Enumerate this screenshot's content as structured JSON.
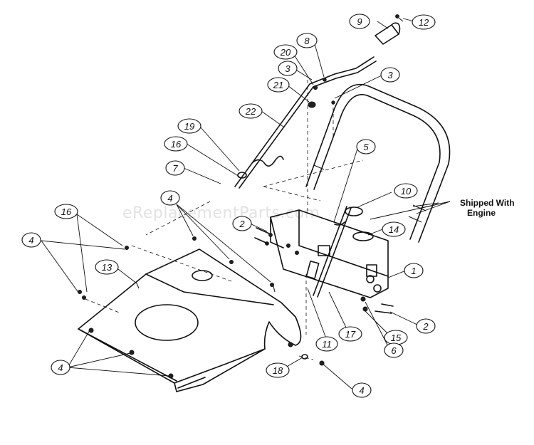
{
  "watermark": "eReplacementParts.com",
  "note": {
    "line1": "Shipped With",
    "line2": "Engine"
  },
  "callouts": [
    {
      "id": "c9",
      "label": "9"
    },
    {
      "id": "c12",
      "label": "12"
    },
    {
      "id": "c8",
      "label": "8"
    },
    {
      "id": "c20",
      "label": "20"
    },
    {
      "id": "c3a",
      "label": "3"
    },
    {
      "id": "c3b",
      "label": "3"
    },
    {
      "id": "c21",
      "label": "21"
    },
    {
      "id": "c22",
      "label": "22"
    },
    {
      "id": "c19",
      "label": "19"
    },
    {
      "id": "c16a",
      "label": "16"
    },
    {
      "id": "c7",
      "label": "7"
    },
    {
      "id": "c5",
      "label": "5"
    },
    {
      "id": "c10",
      "label": "10"
    },
    {
      "id": "c4a",
      "label": "4"
    },
    {
      "id": "c16b",
      "label": "16"
    },
    {
      "id": "c4b",
      "label": "4"
    },
    {
      "id": "c2a",
      "label": "2"
    },
    {
      "id": "c14",
      "label": "14"
    },
    {
      "id": "c13",
      "label": "13"
    },
    {
      "id": "c1",
      "label": "1"
    },
    {
      "id": "c2b",
      "label": "2"
    },
    {
      "id": "c15",
      "label": "15"
    },
    {
      "id": "c17",
      "label": "17"
    },
    {
      "id": "c11",
      "label": "11"
    },
    {
      "id": "c6",
      "label": "6"
    },
    {
      "id": "c4c",
      "label": "4"
    },
    {
      "id": "c18",
      "label": "18"
    },
    {
      "id": "c4d",
      "label": "4"
    }
  ]
}
